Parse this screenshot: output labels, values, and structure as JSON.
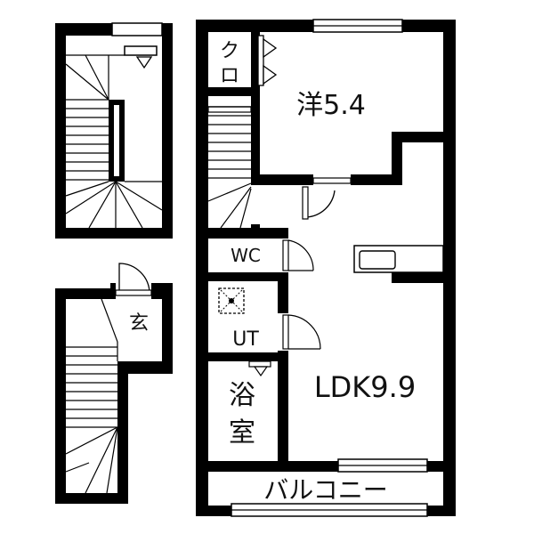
{
  "rooms": {
    "closet": {
      "line1": "ク",
      "line2": "ロ"
    },
    "western_room": "洋5.4",
    "toilet": "WC",
    "entrance": "玄",
    "utility": "UT",
    "bath": {
      "line1": "浴",
      "line2": "室"
    },
    "ldk": "LDK9.9",
    "balcony": "バルコニー"
  },
  "colors": {
    "wall": "#000000",
    "background": "#ffffff",
    "line": "#222222"
  }
}
